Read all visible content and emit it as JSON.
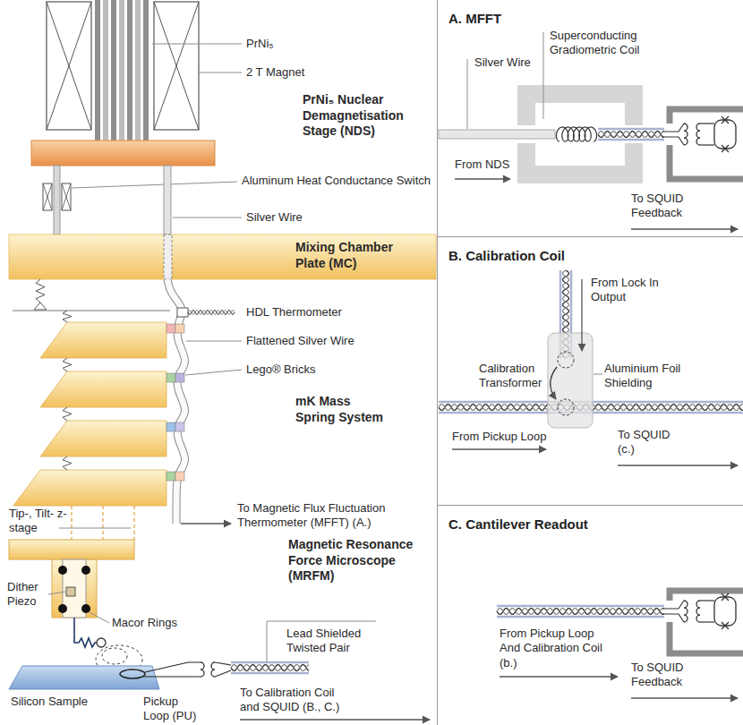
{
  "diagram": {
    "nodes": [
      {
        "text": [
          "A. MFFT"
        ]
      },
      {
        "text": [
          "B. Calibration Coil"
        ]
      },
      {
        "text": [
          "C. Cantilever Readout"
        ]
      }
    ],
    "labels": [
      "PrNi₅",
      "2 T Magnet",
      "PrNi₅ Nuclear Demagnetisation Stage (NDS)",
      "Aluminum Heat Conductance Switch",
      "Silver Wire",
      "Mixing Chamber Plate (MC)",
      "HDL Thermometer",
      "Flattened Silver Wire",
      "Lego® Bricks",
      "mK Mass Spring System",
      "To Magnetic Flux Fluctuation Thermometer (MFFT) (A.)",
      "Tip-, Tilt- z-stage",
      "Magnetic Resonance Force Microscope (MRFM)",
      "Dither Piezo",
      "Macor Rings",
      "Lead Shielded Twisted Pair",
      "Silicon Sample",
      "Pickup Loop (PU)",
      "To Calibration Coil and SQUID (B., C.)",
      "Silver Wire",
      "Superconducting Gradiometric Coil",
      "From NDS",
      "To SQUID Feedback",
      "From Lock In Output",
      "Calibration Transformer",
      "Aluminium Foil Shielding",
      "From Pickup Loop",
      "To SQUID (c.)",
      "From Pickup Loop And Calibration Coil (b.)",
      "To SQUID Feedback"
    ]
  }
}
